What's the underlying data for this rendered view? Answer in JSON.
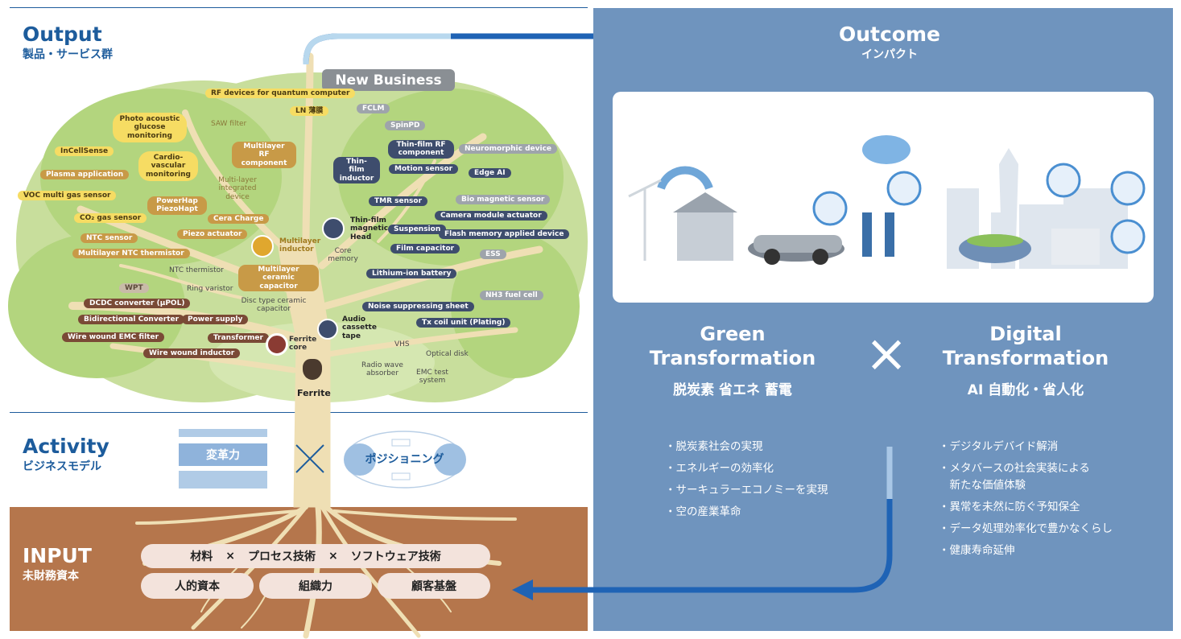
{
  "output": {
    "title": "Output",
    "subtitle": "製品・サービス群"
  },
  "outcome": {
    "title": "Outcome",
    "subtitle": "インパクト"
  },
  "activity": {
    "title": "Activity",
    "subtitle": "ビジネスモデル",
    "henkakuryoku": "変革力",
    "positioning": "ポジショニング"
  },
  "input": {
    "title": "INPUT",
    "subtitle": "未財務資本",
    "row1": {
      "a": "材料",
      "x1": "×",
      "b": "プロセス技術",
      "x2": "×",
      "c": "ソフトウェア技術"
    },
    "row2": {
      "a": "人的資本",
      "b": "組織力",
      "c": "顧客基盤"
    }
  },
  "new_business": "New Business",
  "ln": "LN 薄膜",
  "tree_labels": {
    "rf_quantum": "RF devices for quantum computer",
    "photo_glucose": "Photo acoustic glucose monitoring",
    "saw_filter": "SAW filter",
    "incellsense": "InCellSense",
    "cardio": "Cardio-vascular monitoring",
    "multilayer_rf": "Multilayer RF component",
    "plasma": "Plasma application",
    "multilayer_integrated": "Multi-layer integrated device",
    "voc": "VOC multi gas sensor",
    "powerhap": "PowerHap PiezoHapt",
    "co2": "CO₂ gas sensor",
    "cera_charge": "Cera Charge",
    "ntc_sensor": "NTC sensor",
    "piezo": "Piezo actuator",
    "multilayer_ntc": "Multilayer NTC thermistor",
    "multilayer_inductor": "Multilayer inductor",
    "ntc_thermistor": "NTC thermistor",
    "mlcc": "Multilayer ceramic capacitor",
    "wpt": "WPT",
    "ring_varistor": "Ring varistor",
    "dcdc": "DCDC converter (μPOL)",
    "disc_type": "Disc type ceramic capacitor",
    "bidirectional": "Bidirectional Converter",
    "power_supply": "Power supply",
    "wire_emc": "Wire wound EMC filter",
    "transformer": "Transformer",
    "wire_inductor": "Wire wound inductor",
    "ferrite_core": "Ferrite core",
    "ferrite": "Ferrite",
    "fclm": "FCLM",
    "spinpd": "SpinPD",
    "thinfilm_rf": "Thin-film RF component",
    "neuromorphic": "Neuromorphic device",
    "thinfilm_inductor": "Thin-film inductor",
    "motion_sensor": "Motion sensor",
    "edge_ai": "Edge AI",
    "tmr": "TMR sensor",
    "bio_magnetic": "Bio magnetic sensor",
    "thinfilm_head": "Thin-film magnetic Head",
    "camera_actuator": "Camera module actuator",
    "suspension": "Suspension",
    "flash": "Flash memory applied device",
    "core_memory": "Core memory",
    "film_capacitor": "Film capacitor",
    "ess": "ESS",
    "li_ion": "Lithium-ion battery",
    "nh3": "NH3 fuel cell",
    "noise_sheet": "Noise suppressing sheet",
    "audio_tape": "Audio cassette tape",
    "tx_coil": "Tx coil unit (Plating)",
    "vhs": "VHS",
    "optical_disk": "Optical disk",
    "radio_wave": "Radio wave absorber",
    "emc_test": "EMC test system"
  },
  "green": {
    "title1": "Green",
    "title2": "Transformation",
    "sub": "脱炭素 省エネ 蓄電",
    "bullets": [
      "・脱炭素社会の実現",
      "・エネルギーの効率化",
      "・サーキュラーエコノミーを実現",
      "・空の産業革命"
    ]
  },
  "cross": "×",
  "digital": {
    "title1": "Digital",
    "title2": "Transformation",
    "sub": "AI 自動化・省人化",
    "bullets": [
      "・デジタルデバイド解消",
      "・メタバースの社会実装による",
      "　新たな価値体験",
      "・異常を未然に防ぐ予知保全",
      "・データ処理効率化で豊かなくらし",
      "・健康寿命延伸"
    ]
  },
  "colors": {
    "blue_header": "#1d5c9c",
    "right_panel": "#6f94be",
    "soil": "#b5764c",
    "trunk": "#efdfb4",
    "leaf": "#a9cd72",
    "arrow": "#1f63b5"
  }
}
